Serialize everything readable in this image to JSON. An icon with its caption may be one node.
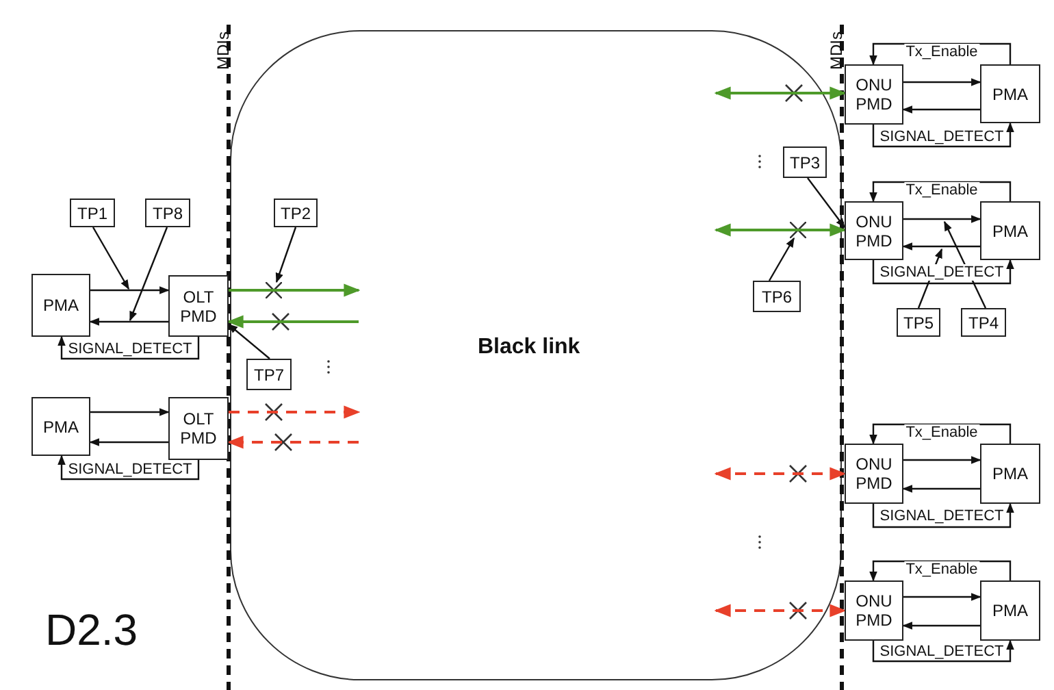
{
  "diagram": {
    "nodes": [
      {
        "text": [
          "Black link"
        ]
      },
      {
        "text": [
          "TP1"
        ]
      },
      {
        "text": [
          "TP8"
        ]
      },
      {
        "text": [
          "TP2"
        ],
        "in": 0
      },
      {
        "text": [
          "PMA"
        ]
      },
      {
        "text": [
          "OLT PMD"
        ]
      },
      {
        "text": [
          "TP7"
        ],
        "in": 0
      },
      {
        "text": [
          "PMA"
        ]
      },
      {
        "text": [
          "OLT PMD"
        ]
      },
      {
        "text": [
          "ONU PMD"
        ]
      },
      {
        "text": [
          "PMA"
        ]
      },
      {
        "text": [
          "TP3"
        ],
        "in": 0
      },
      {
        "text": [
          "ONU PMD"
        ]
      },
      {
        "text": [
          "PMA"
        ]
      },
      {
        "text": [
          "TP6"
        ],
        "in": 0
      },
      {
        "text": [
          "TP5"
        ]
      },
      {
        "text": [
          "TP4"
        ]
      },
      {
        "text": [
          "ONU PMD"
        ]
      },
      {
        "text": [
          "PMA"
        ]
      },
      {
        "text": [
          "ONU PMD"
        ]
      },
      {
        "text": [
          "PMA"
        ]
      },
      {
        "text": [],
        "shape": "cross",
        "in": 0
      },
      {
        "text": [],
        "shape": "cross",
        "in": 0
      }
    ],
    "edges": [
      {
        "from": 4,
        "to": 5,
        "arrow": "to"
      },
      {
        "from": 5,
        "to": 4,
        "arrow": "to"
      },
      {
        "from": 5,
        "to": 4,
        "arrow": "to",
        "label": "SIGNAL_DETECT"
      },
      {
        "from": 5,
        "to": null,
        "arrow": "to",
        "color": "#4e9a2a"
      },
      {
        "from": null,
        "to": 5,
        "arrow": "to",
        "color": "#4e9a2a"
      },
      {
        "from": 1,
        "to": null,
        "arrow": "to"
      },
      {
        "from": 2,
        "to": null,
        "arrow": "to"
      },
      {
        "from": 3,
        "to": 21,
        "arrow": "to"
      },
      {
        "from": 6,
        "to": 5,
        "arrow": "to"
      },
      {
        "from": 7,
        "to": 8,
        "arrow": "to"
      },
      {
        "from": 8,
        "to": 7,
        "arrow": "to"
      },
      {
        "from": 8,
        "to": 7,
        "arrow": "to",
        "label": "SIGNAL_DETECT"
      },
      {
        "from": 8,
        "to": null,
        "arrow": "to",
        "style": "dashed",
        "color": "#e8402a"
      },
      {
        "from": null,
        "to": 8,
        "arrow": "to",
        "style": "dashed",
        "color": "#e8402a"
      },
      {
        "from": 10,
        "to": 9,
        "arrow": "to",
        "label": "Tx_Enable"
      },
      {
        "from": 9,
        "to": 10,
        "arrow": "to"
      },
      {
        "from": 10,
        "to": 9,
        "arrow": "to"
      },
      {
        "from": 9,
        "to": 10,
        "arrow": "to",
        "label": "SIGNAL_DETECT"
      },
      {
        "from": null,
        "to": 9,
        "arrow": "both",
        "color": "#4e9a2a"
      },
      {
        "from": 13,
        "to": 12,
        "arrow": "to",
        "label": "Tx_Enable"
      },
      {
        "from": 12,
        "to": 13,
        "arrow": "to"
      },
      {
        "from": 13,
        "to": 12,
        "arrow": "to"
      },
      {
        "from": 12,
        "to": 13,
        "arrow": "to",
        "label": "SIGNAL_DETECT"
      },
      {
        "from": null,
        "to": 12,
        "arrow": "both",
        "color": "#4e9a2a"
      },
      {
        "from": 11,
        "to": 12,
        "arrow": "to"
      },
      {
        "from": 14,
        "to": 22,
        "arrow": "to"
      },
      {
        "from": 15,
        "to": null,
        "arrow": "to"
      },
      {
        "from": 16,
        "to": null,
        "arrow": "to"
      },
      {
        "from": 18,
        "to": 17,
        "arrow": "to",
        "label": "Tx_Enable"
      },
      {
        "from": 17,
        "to": 18,
        "arrow": "to"
      },
      {
        "from": 18,
        "to": 17,
        "arrow": "to"
      },
      {
        "from": 17,
        "to": 18,
        "arrow": "to",
        "label": "SIGNAL_DETECT"
      },
      {
        "from": null,
        "to": 17,
        "arrow": "both",
        "style": "dashed",
        "color": "#e8402a"
      },
      {
        "from": 20,
        "to": 19,
        "arrow": "to",
        "label": "Tx_Enable"
      },
      {
        "from": 19,
        "to": 20,
        "arrow": "to"
      },
      {
        "from": 20,
        "to": 19,
        "arrow": "to"
      },
      {
        "from": 19,
        "to": 20,
        "arrow": "to",
        "label": "SIGNAL_DETECT"
      },
      {
        "from": null,
        "to": 19,
        "arrow": "both",
        "style": "dashed",
        "color": "#e8402a"
      }
    ],
    "labels": [
      "MDIs",
      "MDIs",
      "D2.3"
    ]
  }
}
